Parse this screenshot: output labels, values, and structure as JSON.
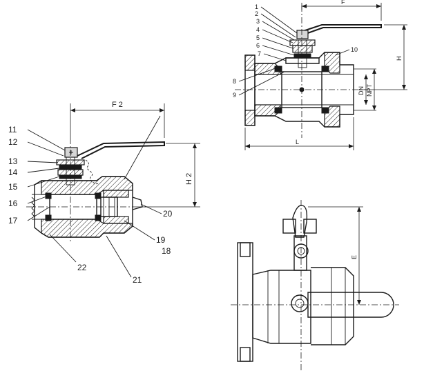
{
  "top_view": {
    "callouts": [
      "1",
      "2",
      "3",
      "4",
      "5",
      "6",
      "7",
      "8",
      "9",
      "10"
    ],
    "dim_f": "F",
    "dim_h": "H",
    "dim_l": "L",
    "dim_dn": "DN",
    "dim_npt": "NPT"
  },
  "left_view": {
    "callouts": [
      "11",
      "12",
      "13",
      "14",
      "15",
      "16",
      "17",
      "18",
      "19",
      "20",
      "21",
      "22"
    ],
    "dim_f2": "F 2",
    "dim_h2": "H 2"
  },
  "bottom_view": {
    "dim_e": "E"
  },
  "colors": {
    "ink": "#1a1a1a",
    "paper": "#ffffff"
  }
}
